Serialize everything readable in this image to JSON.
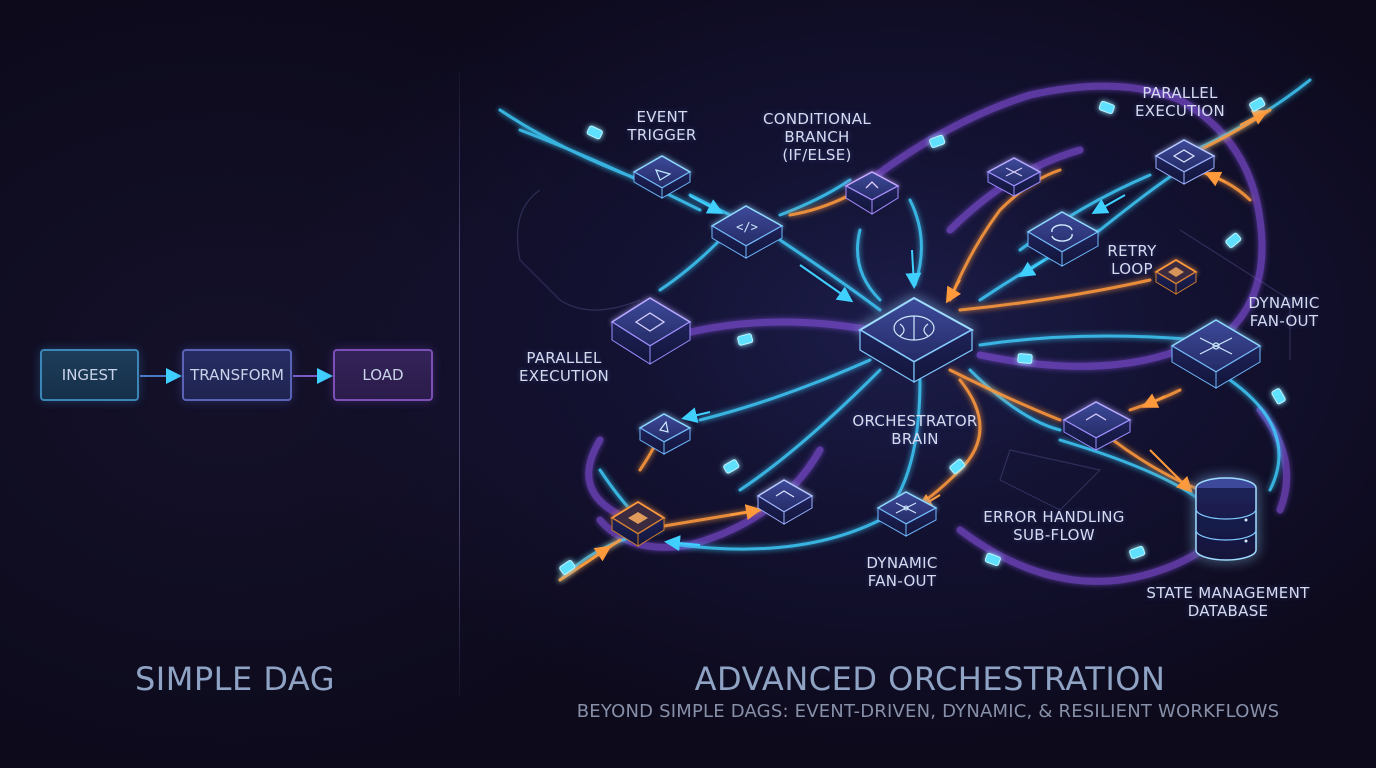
{
  "simple": {
    "title": "SIMPLE DAG",
    "steps": [
      "INGEST",
      "TRANSFORM",
      "LOAD"
    ]
  },
  "advanced": {
    "title": "ADVANCED ORCHESTRATION",
    "subtitle": "BEYOND SIMPLE DAGS: EVENT-DRIVEN, DYNAMIC, & RESILIENT WORKFLOWS",
    "labels": {
      "event_trigger": "EVENT\nTRIGGER",
      "conditional_branch": "CONDITIONAL\nBRANCH\n(IF/ELSE)",
      "parallel_execution_top": "PARALLEL\nEXECUTION",
      "retry_loop": "RETRY\nLOOP",
      "dynamic_fanout_right": "DYNAMIC\nFAN-OUT",
      "parallel_execution_left": "PARALLEL\nEXECUTION",
      "orchestrator_brain": "ORCHESTRATOR\nBRAIN",
      "error_handling": "ERROR HANDLING\nSUB-FLOW",
      "dynamic_fanout_bottom": "DYNAMIC\nFAN-OUT",
      "state_management": "STATE MANAGEMENT\nDATABASE"
    }
  },
  "colors": {
    "cyan": "#3fd0ff",
    "purple": "#a66bff",
    "orange": "#ff9a3c",
    "node_fill": "#2a3170",
    "node_edge": "#8fb8ff"
  }
}
